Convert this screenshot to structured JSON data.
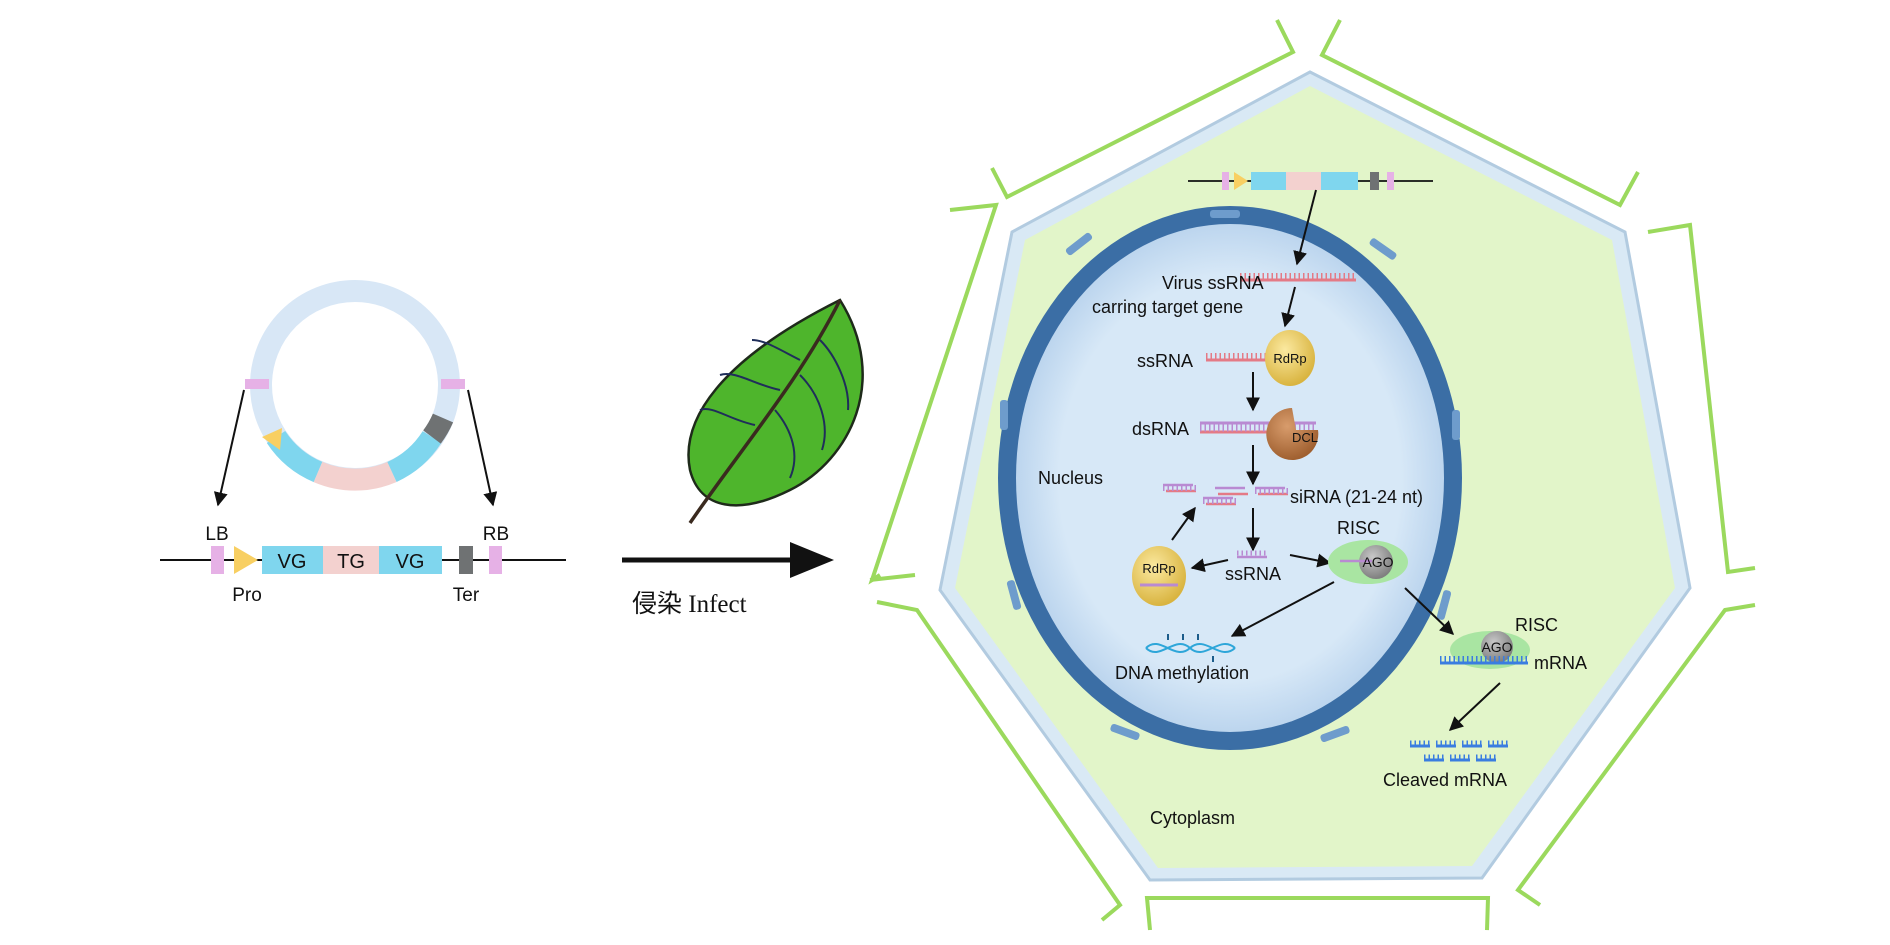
{
  "plasmid": {
    "labels": {
      "lb": "LB",
      "rb": "RB",
      "pro": "Pro",
      "ter": "Ter",
      "vg_left": "VG",
      "tg": "TG",
      "vg_right": "VG"
    }
  },
  "infect": {
    "label": "侵染 Infect"
  },
  "cell": {
    "virus_ssrna": "Virus ssRNA",
    "carring_target_gene": "carring target gene",
    "ssrna_top": "ssRNA",
    "rdrp_top": "RdRp",
    "dsrna": "dsRNA",
    "dcl": "DCL",
    "nucleus": "Nucleus",
    "sirna": "siRNA (21-24 nt)",
    "risc_nucleus": "RISC",
    "ago_nucleus": "AGO",
    "rdrp_bottom": "RdRp",
    "ssrna_bottom": "ssRNA",
    "dna_methylation": "DNA methylation",
    "risc_cytoplasm": "RISC",
    "ago_cytoplasm": "AGO",
    "mrna": "mRNA",
    "cleaved_mrna": "Cleaved mRNA",
    "cytoplasm": "Cytoplasm"
  },
  "colors": {
    "vg": "#7fd6ee",
    "tg": "#f3d1cf",
    "border_pink": "#e6b1e6",
    "promoter": "#f8cf62",
    "terminator": "#6f7273",
    "ring": "#d8e7f6",
    "leaf": "#4eb52c",
    "cell_wall": "#9bd95d",
    "cytoplasm": "#e2f5c9",
    "nucleus_fill": "#d7e8f7",
    "nuclear_envelope": "#3b6ea5",
    "rna_pink": "#e47a86",
    "sirna_purple": "#b98ad2",
    "rdrp": "#e6c55a",
    "dcl": "#b87848",
    "ago": "#9d9d9d",
    "risc_green": "#a9e5a2",
    "mrna_blue": "#3a7de0"
  }
}
